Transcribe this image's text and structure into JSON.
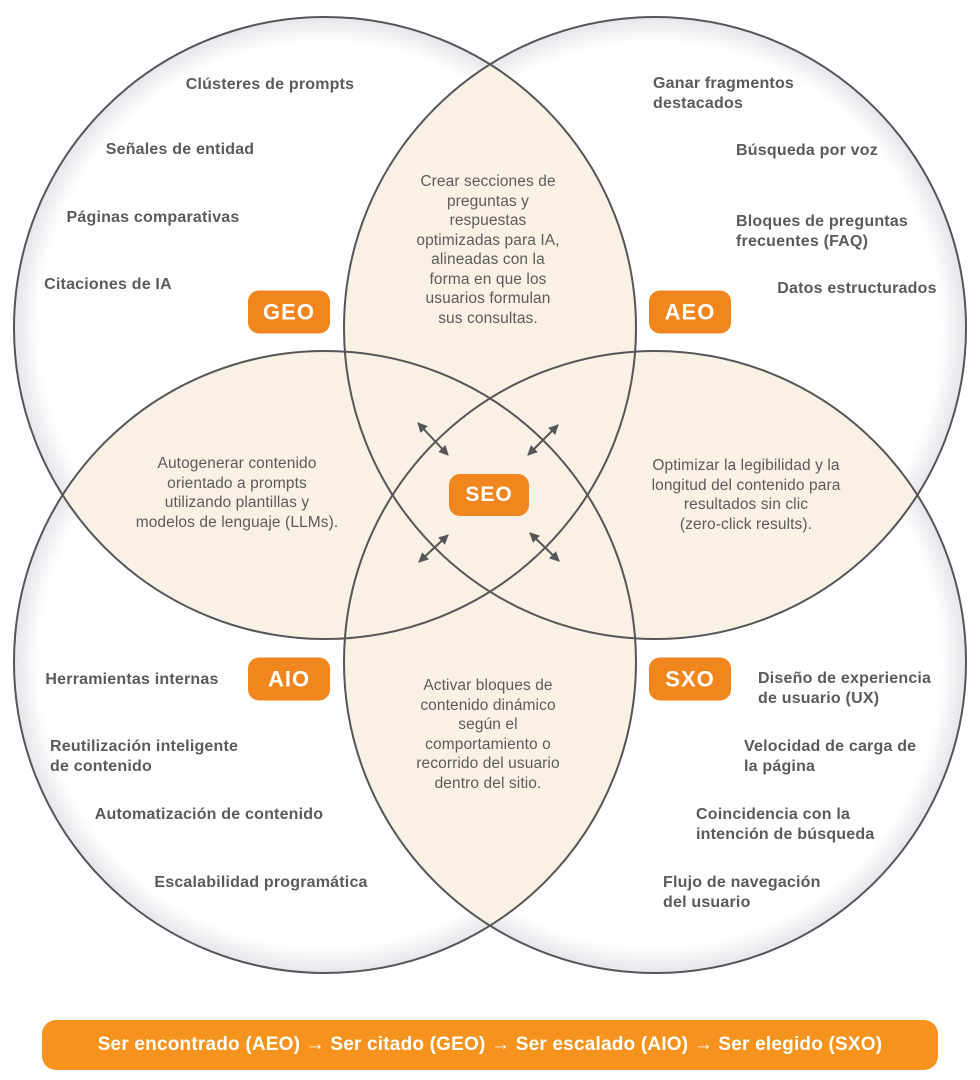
{
  "venn": {
    "center_badge": "SEO",
    "geo": {
      "badge": "GEO",
      "items": [
        "Clústeres de prompts",
        "Señales de entidad",
        "Páginas comparativas",
        "Citaciones de IA"
      ]
    },
    "aeo": {
      "badge": "AEO",
      "items": [
        "Ganar fragmentos\ndestacados",
        "Búsqueda por voz",
        "Bloques de preguntas\nfrecuentes (FAQ)",
        "Datos estructurados"
      ]
    },
    "aio": {
      "badge": "AIO",
      "items": [
        "Herramientas internas",
        "Reutilización inteligente\nde contenido",
        "Automatización de contenido",
        "Escalabilidad programática"
      ]
    },
    "sxo": {
      "badge": "SXO",
      "items": [
        "Diseño de experiencia\nde usuario (UX)",
        "Velocidad de carga de\nla página",
        "Coincidencia con la\nintención de búsqueda",
        "Flujo de navegación\ndel usuario"
      ]
    },
    "overlaps": {
      "top": "Crear secciones de\npreguntas y\nrespuestas\noptimizadas para IA,\nalineadas con la\nforma en que los\nusuarios formulan\nsus consultas.",
      "left": "Autogenerar contenido\norientado a prompts\nutilizando plantillas y\nmodelos de lenguaje (LLMs).",
      "right": "Optimizar la legibilidad y la\nlongitud del contenido para\nresultados sin clic\n(zero-click results).",
      "bottom": "Activar bloques de\ncontenido dinámico\nsegún el\ncomportamiento o\nrecorrido del usuario\ndentro del sitio."
    }
  },
  "footer": {
    "label": "Ser encontrado (AEO) → Ser citado (GEO) → Ser escalado (AIO) → Ser elegido (SXO)"
  },
  "colors": {
    "badge_orange": "#F0861D",
    "banner_orange": "#F6931E",
    "overlap_fill": "#FAF0E3",
    "circle_stroke": "#55555A",
    "text_gray": "#5B5B5F"
  }
}
